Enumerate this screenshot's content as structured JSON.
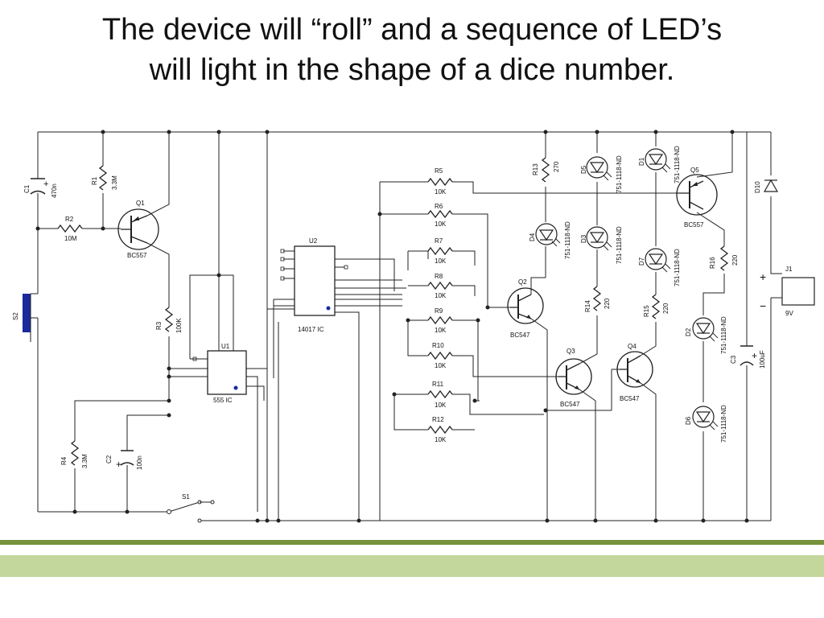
{
  "title": {
    "line1": "The device will “roll” and a sequence of LED’s",
    "line2": "will light in the shape of a dice number."
  },
  "colors": {
    "wire": "#222222",
    "ic_fill": "#ffffff",
    "switch_fill": "#1a2a9c",
    "bar_dark": "#76923c",
    "bar_light": "#c3d69b"
  },
  "components": {
    "C1": {
      "ref": "C1",
      "value": "470n"
    },
    "R1": {
      "ref": "R1",
      "value": "3.3M"
    },
    "Q1": {
      "ref": "Q1",
      "value": "BC557"
    },
    "R2": {
      "ref": "R2",
      "value": "10M"
    },
    "S2": {
      "ref": "S2"
    },
    "R3": {
      "ref": "R3",
      "value": "100K"
    },
    "U1": {
      "ref": "U1",
      "value": "555 IC"
    },
    "U2": {
      "ref": "U2",
      "value": "14017 IC"
    },
    "R4": {
      "ref": "R4",
      "value": "3.3M"
    },
    "C2": {
      "ref": "C2",
      "value": "100n"
    },
    "S1": {
      "ref": "S1"
    },
    "R5": {
      "ref": "R5",
      "value": "10K"
    },
    "R6": {
      "ref": "R6",
      "value": "10K"
    },
    "R7": {
      "ref": "R7",
      "value": "10K"
    },
    "R8": {
      "ref": "R8",
      "value": "10K"
    },
    "R9": {
      "ref": "R9",
      "value": "10K"
    },
    "R10": {
      "ref": "R10",
      "value": "10K"
    },
    "R11": {
      "ref": "R11",
      "value": "10K"
    },
    "R12": {
      "ref": "R12",
      "value": "10K"
    },
    "R13": {
      "ref": "R13",
      "value": "270"
    },
    "D4": {
      "ref": "D4",
      "value": "751-1118-ND"
    },
    "D5": {
      "ref": "D5",
      "value": "751-1118-ND"
    },
    "D3": {
      "ref": "D3",
      "value": "751-1118-ND"
    },
    "D1": {
      "ref": "D1",
      "value": "751-1118-ND"
    },
    "D7": {
      "ref": "D7",
      "value": "751-1118-ND"
    },
    "Q5": {
      "ref": "Q5",
      "value": "BC557"
    },
    "D10": {
      "ref": "D10"
    },
    "R16": {
      "ref": "R16",
      "value": "220"
    },
    "J1": {
      "ref": "J1",
      "value": "9V"
    },
    "Q2": {
      "ref": "Q2",
      "value": "BC547"
    },
    "R14": {
      "ref": "R14",
      "value": "220"
    },
    "R15": {
      "ref": "R15",
      "value": "220"
    },
    "Q3": {
      "ref": "Q3",
      "value": "BC547"
    },
    "Q4": {
      "ref": "Q4",
      "value": "BC547"
    },
    "D2": {
      "ref": "D2",
      "value": "751-1118-ND"
    },
    "D6": {
      "ref": "D6",
      "value": "751-1118-ND"
    },
    "C3": {
      "ref": "C3",
      "value": "100uF"
    }
  },
  "symbols": {
    "plus": "+",
    "minus": "−"
  }
}
